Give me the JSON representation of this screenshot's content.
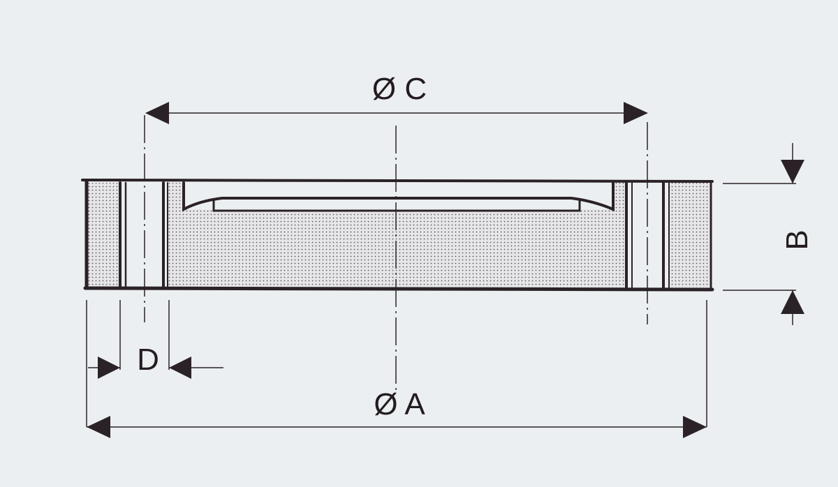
{
  "labels": {
    "dim_c": "Ø C",
    "dim_a": "Ø A",
    "dim_b": "B",
    "dim_d": "D"
  },
  "colors": {
    "background": "#eceff1",
    "line": "#2a2226",
    "hatch_dot": "#5a5458"
  }
}
